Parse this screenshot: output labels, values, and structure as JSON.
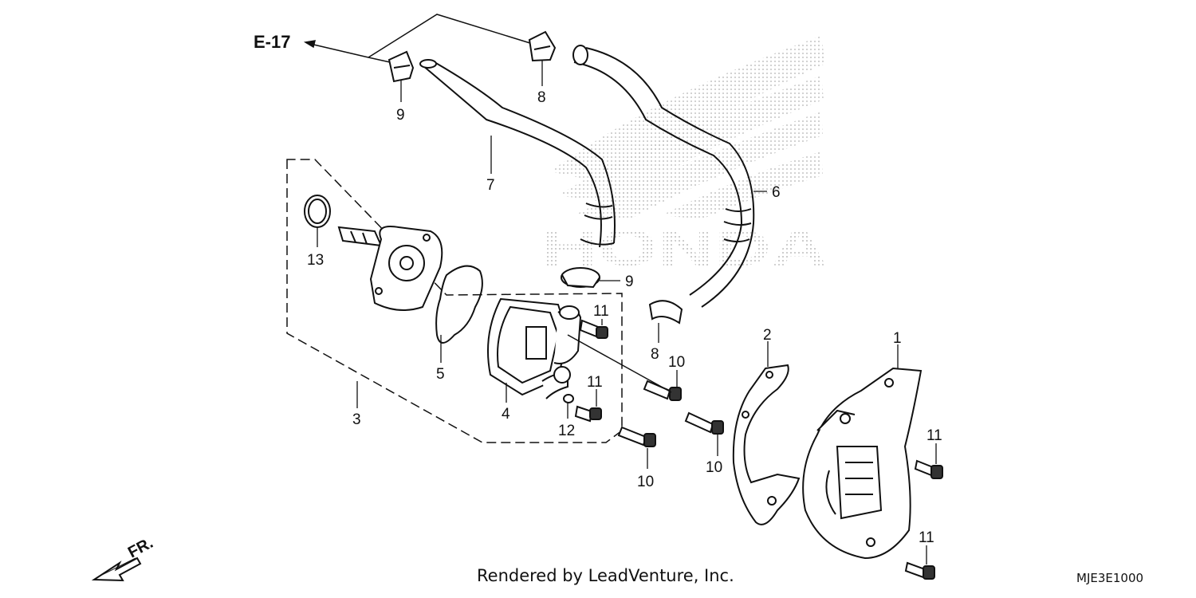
{
  "diagram": {
    "reference": "E-17",
    "direction_label": "FR.",
    "watermark": "HONDA",
    "credit": "Rendered by LeadVenture, Inc.",
    "diagram_code": "MJE3E1000",
    "callouts": {
      "c1": "1",
      "c2": "2",
      "c3": "3",
      "c4": "4",
      "c5": "5",
      "c6": "6",
      "c7": "7",
      "c8a": "8",
      "c8b": "8",
      "c9a": "9",
      "c9b": "9",
      "c10a": "10",
      "c10b": "10",
      "c10c": "10",
      "c11a": "11",
      "c11b": "11",
      "c11c": "11",
      "c11d": "11",
      "c12": "12",
      "c13": "13"
    }
  }
}
